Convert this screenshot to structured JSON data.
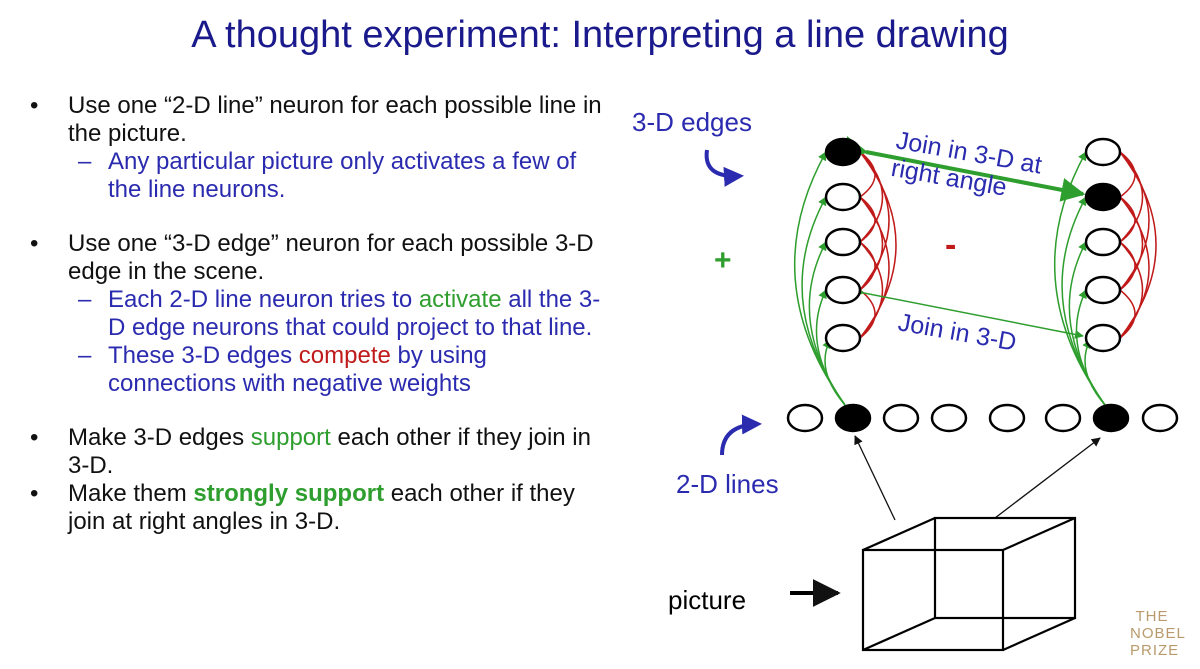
{
  "title": "A thought experiment: Interpreting a line drawing",
  "bullets": [
    {
      "text": "Use one “2-D line” neuron for each possible line in the picture.",
      "subs": [
        {
          "text": "Any particular picture only activates a few of the line neurons."
        }
      ]
    },
    {
      "text": "Use one “3-D edge” neuron for each possible 3-D edge in the scene.",
      "subs": [
        {
          "pre": "Each 2-D line neuron tries to ",
          "hl": "activate",
          "post": " all the 3-D edge neurons that could project to that line."
        },
        {
          "pre": "These 3-D edges ",
          "hl": "compete",
          "post": " by using connections with negative weights"
        }
      ]
    },
    {
      "pre": "Make 3-D edges ",
      "hl": "support",
      "post": " each other if they join in 3-D."
    },
    {
      "pre": "Make them ",
      "hl": "strongly support",
      "post": " each other if they join at right angles in 3-D."
    }
  ],
  "diagram": {
    "label_3d_edges": "3-D edges",
    "label_2d_lines": "2-D lines",
    "label_picture": "picture",
    "label_join_right_angle_1": "Join in 3-D at",
    "label_join_right_angle_2": "right angle",
    "label_join_3d": "Join in 3-D",
    "plus_sign": "+",
    "minus_sign": "-",
    "colors": {
      "excite": "#2e9e2e",
      "inhibit": "#c01a1a",
      "label": "#2b2bb0"
    }
  },
  "watermark": {
    "line1": "THE",
    "line2": "NOBEL",
    "line3": "PRIZE"
  }
}
